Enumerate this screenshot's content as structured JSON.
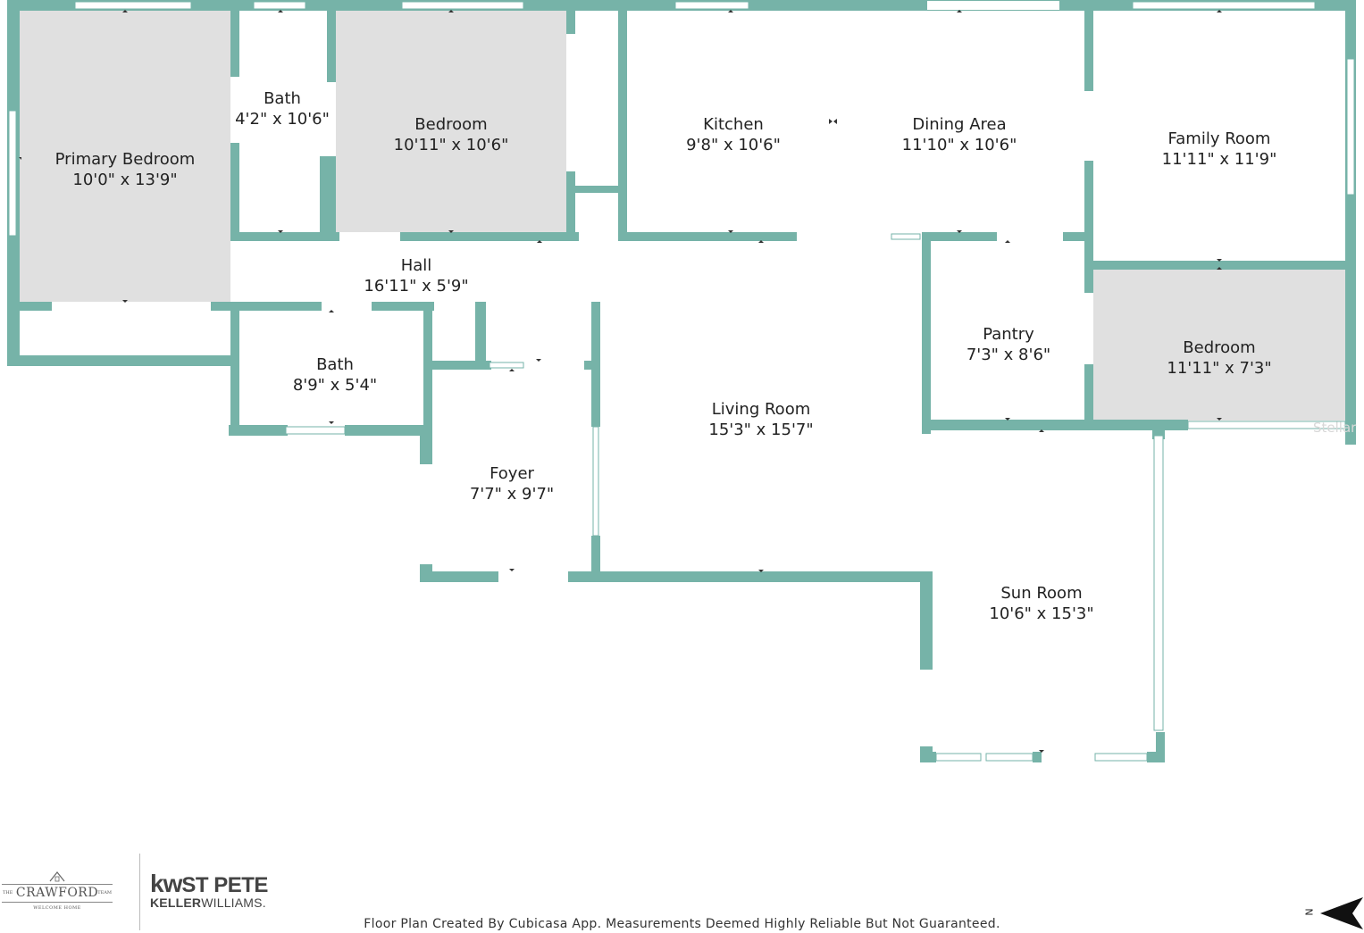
{
  "rooms": [
    {
      "id": "primary-bedroom",
      "name": "Primary Bedroom",
      "dims": "10'0\" x 13'9\""
    },
    {
      "id": "bath-1",
      "name": "Bath",
      "dims": "4'2\" x 10'6\""
    },
    {
      "id": "bedroom-1",
      "name": "Bedroom",
      "dims": "10'11\" x 10'6\""
    },
    {
      "id": "kitchen",
      "name": "Kitchen",
      "dims": "9'8\" x 10'6\""
    },
    {
      "id": "dining-area",
      "name": "Dining Area",
      "dims": "11'10\" x 10'6\""
    },
    {
      "id": "family-room",
      "name": "Family Room",
      "dims": "11'11\" x 11'9\""
    },
    {
      "id": "hall",
      "name": "Hall",
      "dims": "16'11\" x 5'9\""
    },
    {
      "id": "bath-2",
      "name": "Bath",
      "dims": "8'9\" x 5'4\""
    },
    {
      "id": "pantry",
      "name": "Pantry",
      "dims": "7'3\" x 8'6\""
    },
    {
      "id": "bedroom-2",
      "name": "Bedroom",
      "dims": "11'11\" x 7'3\""
    },
    {
      "id": "living-room",
      "name": "Living Room",
      "dims": "15'3\" x 15'7\""
    },
    {
      "id": "foyer",
      "name": "Foyer",
      "dims": "7'7\" x 9'7\""
    },
    {
      "id": "sun-room",
      "name": "Sun Room",
      "dims": "10'6\" x 15'3\""
    }
  ],
  "footer": {
    "note": "Floor Plan Created By Cubicasa App. Measurements Deemed Highly Reliable But Not Guaranteed."
  },
  "logos": {
    "crawford": {
      "the": "THE",
      "name": "CRAWFORD",
      "team": "TEAM",
      "tagline": "WELCOME HOME"
    },
    "kw": {
      "mark": "kw",
      "city": "ST PETE",
      "brand_bold": "KELLER",
      "brand_rest": "WILLIAMS."
    }
  },
  "compass": {
    "label": "N",
    "icon": "north-arrow-icon"
  },
  "watermark": "Stellar",
  "colors": {
    "wall": "#76b3a8",
    "shaded_room": "#e0e0e0",
    "window": "#ffffff",
    "window_frame": "#76b3a8"
  }
}
